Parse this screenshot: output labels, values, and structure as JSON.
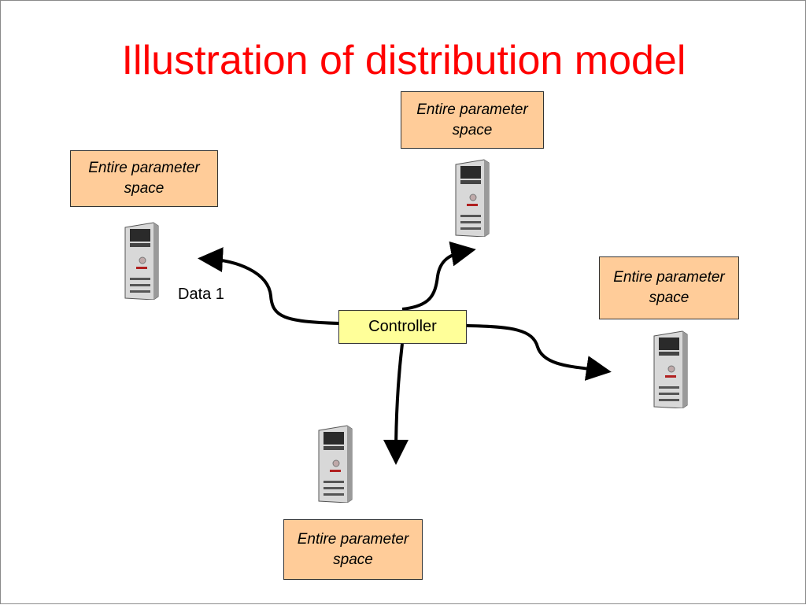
{
  "title": "Illustration of distribution model",
  "controller": {
    "label": "Controller"
  },
  "data_label": "Data 1",
  "nodes": [
    {
      "label": "Entire parameter space"
    },
    {
      "label": "Entire parameter space"
    },
    {
      "label": "Entire parameter space"
    },
    {
      "label": "Entire parameter space"
    }
  ],
  "icons": {
    "computer": "computer-tower-icon",
    "arrow": "arrow-icon"
  },
  "colors": {
    "title": "#ff0000",
    "node_fill": "#ffcc99",
    "controller_fill": "#ffff99",
    "arrow": "#000000"
  }
}
